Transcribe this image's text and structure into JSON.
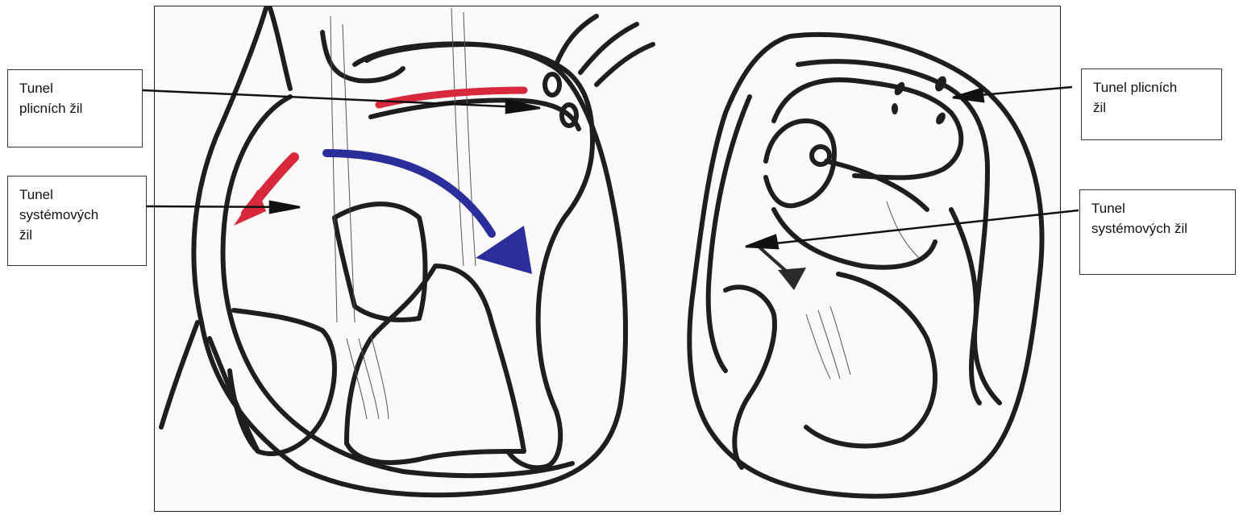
{
  "labels": {
    "left_pulmonary": {
      "line1": "Tunel",
      "line2": "plicních žil"
    },
    "left_systemic": {
      "line1": "Tunel",
      "line2": "systémových",
      "line3": "žil"
    },
    "right_pulmonary": {
      "line1": "Tunel plicních",
      "line2": "žil"
    },
    "right_systemic": {
      "line1": "Tunel",
      "line2": "systémových žil"
    }
  },
  "colors": {
    "outline": "#1e1e1e",
    "red_arrow": "#d8283c",
    "blue_arrow": "#2b2d9a",
    "paper": "#fbfaf9"
  }
}
